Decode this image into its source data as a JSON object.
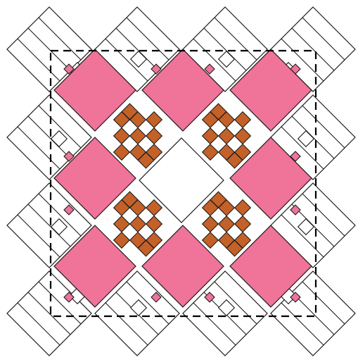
{
  "diagram": {
    "kind": "quilt-block-tessellation",
    "grid": {
      "columns": 3,
      "rows": 3,
      "rotation": "diamond"
    },
    "colors": {
      "pink": "#f07399",
      "brown": "#c46128",
      "white": "#ffffff",
      "stroke": "#1a1a1a",
      "guide": "#000000"
    },
    "guide_box": {
      "style": "dashed"
    },
    "elements": {
      "large_squares": "pink-diamond",
      "center_hole": "white-diamond",
      "woven_clusters": [
        "upper-left",
        "upper-right",
        "lower-left",
        "lower-right"
      ],
      "outer_strips": "white-rectangles"
    }
  }
}
